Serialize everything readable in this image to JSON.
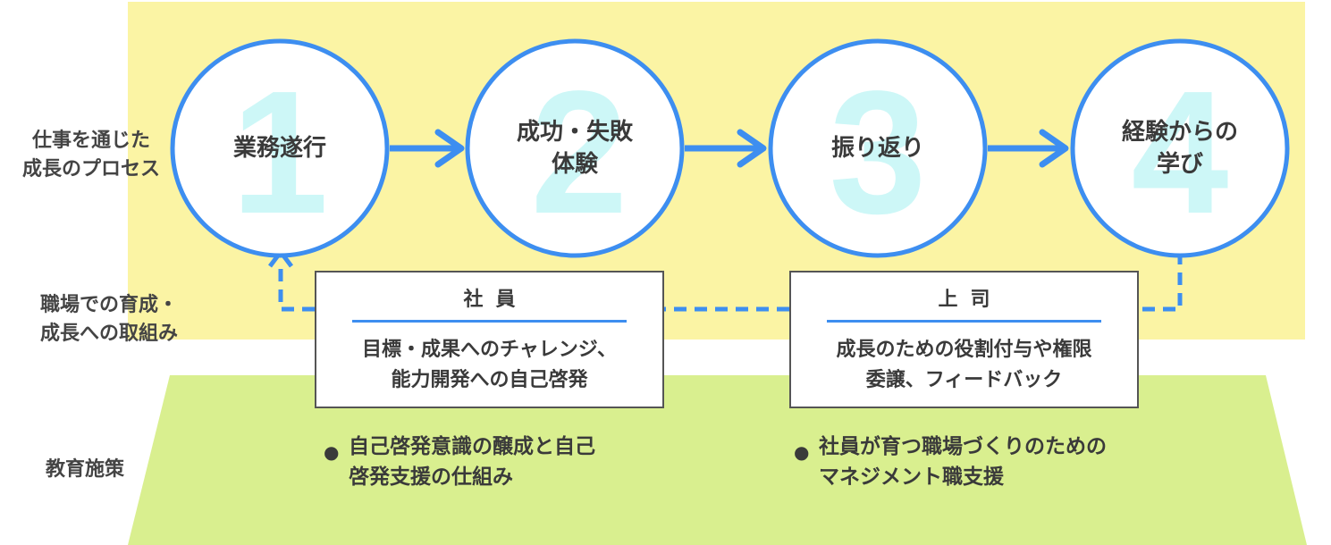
{
  "rows": {
    "process_label": [
      "仕事を通じた",
      "成長のプロセス"
    ],
    "workplace_label": [
      "職場での育成・",
      "成長への取組み"
    ],
    "education_label": "教育施策"
  },
  "steps": [
    {
      "number": "1",
      "lines": [
        "業務遂行"
      ]
    },
    {
      "number": "2",
      "lines": [
        "成功・失敗",
        "体験"
      ]
    },
    {
      "number": "3",
      "lines": [
        "振り返り"
      ]
    },
    {
      "number": "4",
      "lines": [
        "経験からの",
        "学び"
      ]
    }
  ],
  "boxes": {
    "employee": {
      "title": "社員",
      "body": [
        "目標・成果へのチャレンジ、",
        "能力開発への自己啓発"
      ]
    },
    "boss": {
      "title": "上司",
      "body": [
        "成長のための役割付与や権限",
        "委譲、フィードバック"
      ]
    }
  },
  "bullets": {
    "left": [
      "自己啓発意識の醸成と自己",
      "啓発支援の仕組み"
    ],
    "right": [
      "社員が育つ職場づくりのための",
      "マネジメント職支援"
    ],
    "marker": "●"
  },
  "colors": {
    "yellow_band": "#fbf4a4",
    "green_band": "#d9ef8f",
    "circle_stroke": "#3d8ef0",
    "arrow": "#3d8ef0",
    "big_number": "#cdf7f7"
  }
}
